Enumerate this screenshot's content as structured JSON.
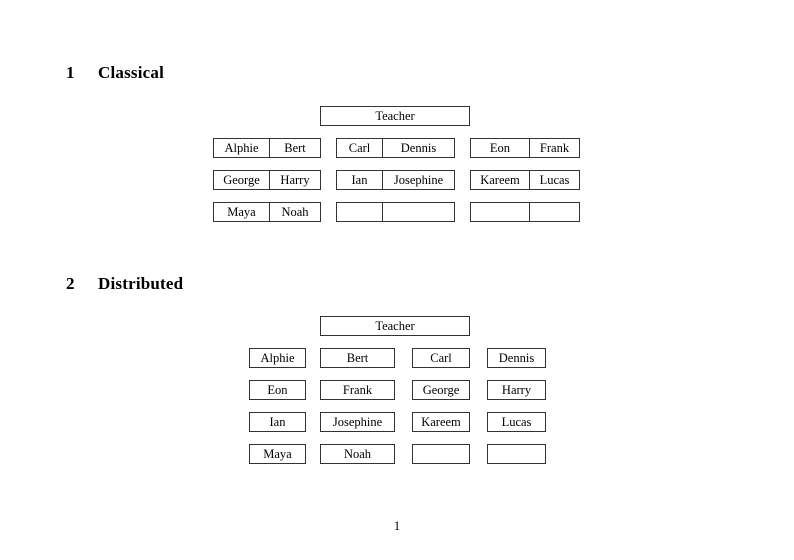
{
  "document": {
    "page_number": "1",
    "sections": [
      {
        "number": "1",
        "title": "Classical",
        "layout": "paired",
        "teacher_label": "Teacher",
        "columns": [
          {
            "rows": [
              {
                "left": "Alphie",
                "right": "Bert"
              },
              {
                "left": "George",
                "right": "Harry"
              },
              {
                "left": "Maya",
                "right": "Noah"
              }
            ]
          },
          {
            "rows": [
              {
                "left": "Carl",
                "right": "Dennis"
              },
              {
                "left": "Ian",
                "right": "Josephine"
              },
              {
                "left": "",
                "right": ""
              }
            ]
          },
          {
            "rows": [
              {
                "left": "Eon",
                "right": "Frank"
              },
              {
                "left": "Kareem",
                "right": "Lucas"
              },
              {
                "left": "",
                "right": ""
              }
            ]
          }
        ]
      },
      {
        "number": "2",
        "title": "Distributed",
        "layout": "single",
        "teacher_label": "Teacher",
        "rows": [
          [
            "Alphie",
            "Bert",
            "Carl",
            "Dennis"
          ],
          [
            "Eon",
            "Frank",
            "George",
            "Harry"
          ],
          [
            "Ian",
            "Josephine",
            "Kareem",
            "Lucas"
          ],
          [
            "Maya",
            "Noah",
            "",
            ""
          ]
        ]
      }
    ]
  }
}
